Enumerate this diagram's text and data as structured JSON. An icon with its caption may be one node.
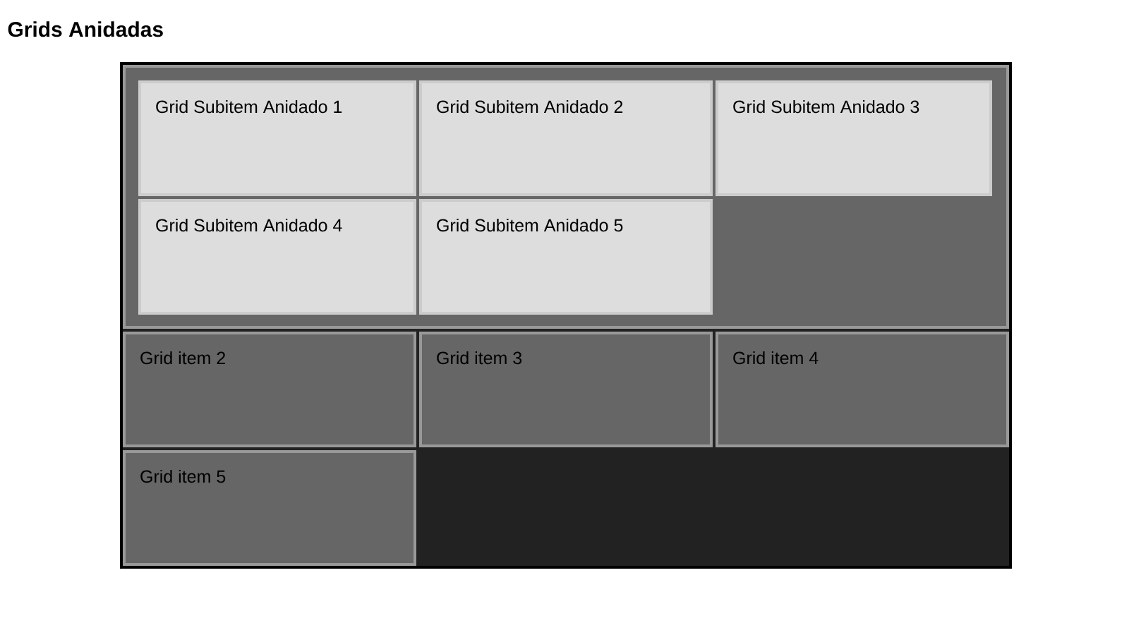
{
  "diagram": {
    "title": "Grids Anidadas",
    "nodes": [
      {
        "text": [],
        "shape": "box"
      },
      {
        "text": [],
        "shape": "box",
        "in": 0
      },
      {
        "text": [
          "Grid Subitem Anidado 1"
        ],
        "in": 1
      },
      {
        "text": [
          "Grid Subitem Anidado 2"
        ],
        "in": 1
      },
      {
        "text": [
          "Grid Subitem Anidado 3"
        ],
        "in": 1
      },
      {
        "text": [
          "Grid Subitem Anidado 4"
        ],
        "in": 1
      },
      {
        "text": [
          "Grid Subitem Anidado 5"
        ],
        "in": 1
      },
      {
        "text": [
          "Grid item 2"
        ],
        "in": 0
      },
      {
        "text": [
          "Grid item 3"
        ],
        "in": 0
      },
      {
        "text": [
          "Grid item 4"
        ],
        "in": 0
      },
      {
        "text": [
          "Grid item 5"
        ],
        "in": 0
      }
    ]
  }
}
